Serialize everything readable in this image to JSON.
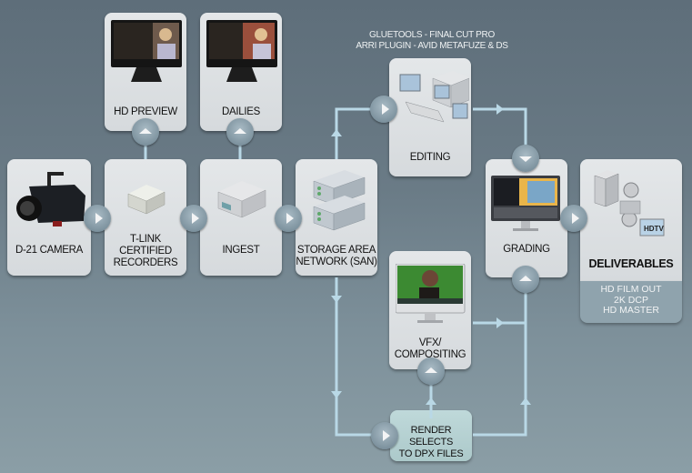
{
  "header_note": {
    "line1": "GLUETOOLS - FINAL CUT PRO",
    "line2": "ARRI PLUGIN - AVID METAFUZE & DS"
  },
  "nodes": {
    "camera": {
      "label": "D-21 CAMERA",
      "icon": "camera-icon"
    },
    "recorders": {
      "label_lines": [
        "T-LINK",
        "CERTIFIED",
        "RECORDERS"
      ],
      "icon": "recorder-icon"
    },
    "ingest": {
      "label": "INGEST",
      "icon": "ingest-device-icon"
    },
    "san": {
      "label_lines": [
        "STORAGE AREA",
        "NETWORK (SAN)"
      ],
      "icon": "server-rack-icon"
    },
    "hd_preview": {
      "label": "HD PREVIEW",
      "icon": "monitor-icon"
    },
    "dailies": {
      "label": "DAILIES",
      "icon": "monitor-icon"
    },
    "editing": {
      "label": "EDITING",
      "icon": "editing-workstation-icon"
    },
    "grading": {
      "label": "GRADING",
      "icon": "grading-monitor-icon"
    },
    "vfx": {
      "label_lines": [
        "VFX/",
        "COMPOSITING"
      ],
      "icon": "greenscreen-monitor-icon"
    },
    "render": {
      "label_lines": [
        "RENDER SELECTS",
        "TO DPX FILES"
      ],
      "icon": ""
    },
    "deliverables": {
      "label": "DELIVERABLES",
      "icon": "deliverables-icon",
      "items": [
        "HD FILM OUT",
        "2K DCP",
        "HD MASTER"
      ]
    }
  },
  "colors": {
    "connector": "#b9d8e6",
    "card": "#dcdfe2",
    "render_card": "#b7d3d4",
    "button": "#8ea2ad"
  }
}
